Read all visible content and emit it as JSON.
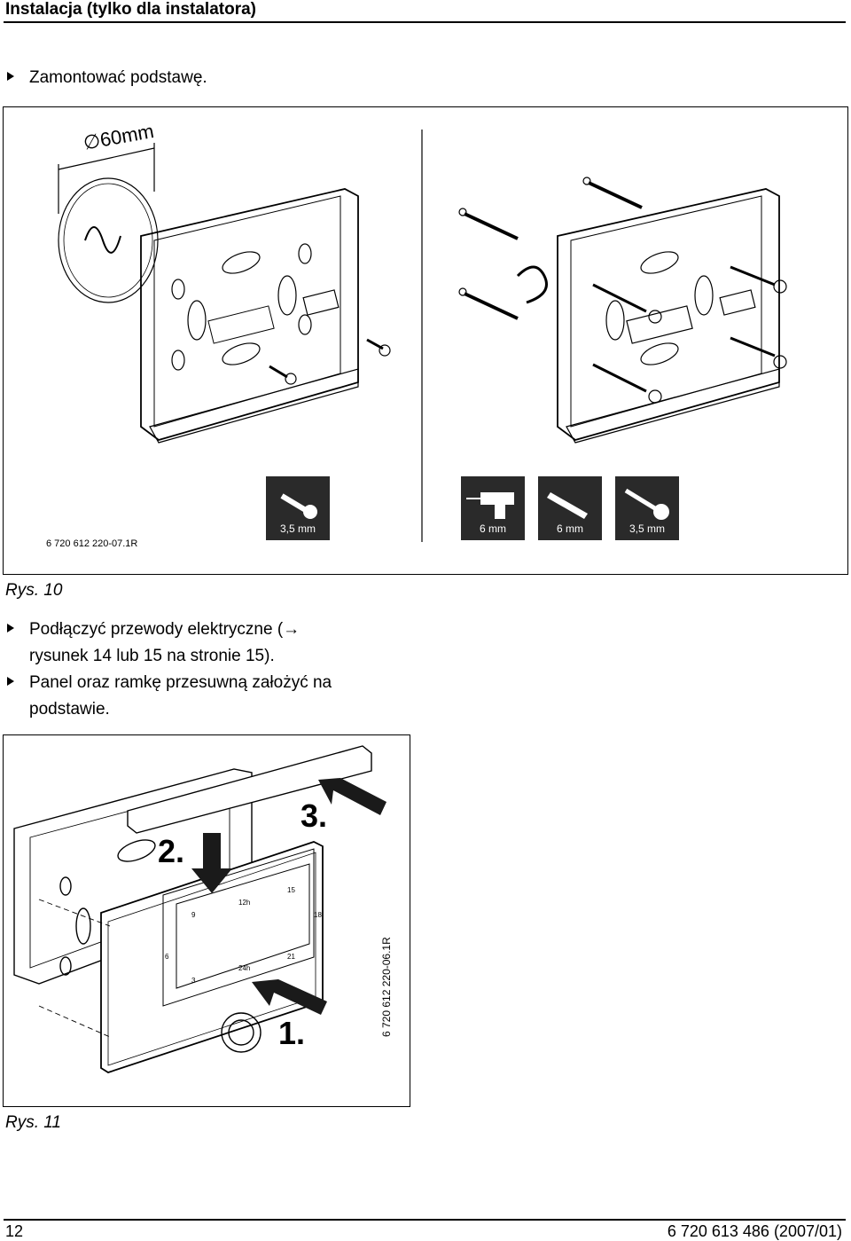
{
  "header": {
    "title": "Instalacja (tylko dla instalatora)"
  },
  "steps": {
    "mount_base": "Zamontować podstawę.",
    "connect_wires_line1": "Podłączyć przewody elektryczne (→",
    "connect_wires_line2": "rysunek 14 lub 15 na stronie 15).",
    "panel_line1": "Panel oraz ramkę przesuwną założyć na",
    "panel_line2": "podstawie."
  },
  "figure10": {
    "diameter_label": "∅60mm",
    "doc_code": "6 720 612 220-07.1R",
    "tools": [
      {
        "label": "3,5 mm",
        "icon": "screw-icon"
      },
      {
        "label": "6 mm",
        "icon": "drill-icon"
      },
      {
        "label": "6 mm",
        "icon": "wall-plug-icon"
      },
      {
        "label": "3,5 mm",
        "icon": "screw-icon"
      }
    ],
    "caption": "Rys. 10"
  },
  "figure11": {
    "step1": "1.",
    "step2": "2.",
    "step3": "3.",
    "doc_code": "6 720 612 220-06.1R",
    "caption": "Rys. 11",
    "dial_labels": [
      "9",
      "12h",
      "15",
      "18",
      "21",
      "24h",
      "3",
      "6"
    ]
  },
  "footer": {
    "page_number": "12",
    "doc_ref": "6 720 613 486 (2007/01)"
  }
}
